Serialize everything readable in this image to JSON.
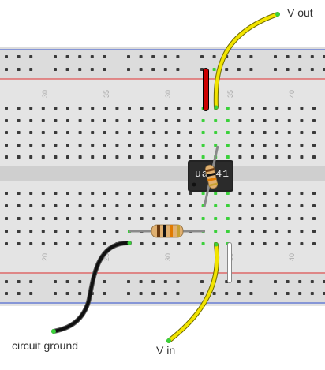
{
  "labels": {
    "v_out": "V out",
    "v_in": "V in",
    "ground": "circuit ground",
    "chip": "ua741"
  },
  "column_labels": {
    "top": [
      "30",
      "35",
      "30",
      "35",
      "40"
    ],
    "bottom": [
      "20",
      "25",
      "30",
      "35",
      "40"
    ]
  },
  "colors": {
    "board": "#e4e4e4",
    "rail_red": "#e03030",
    "rail_blue": "#3050d0",
    "wire_yellow": "#f2e400",
    "wire_black": "#111111",
    "wire_red": "#cc0000",
    "wire_white": "#ffffff",
    "chip": "#222222",
    "active_hole": "#3bd13b"
  }
}
